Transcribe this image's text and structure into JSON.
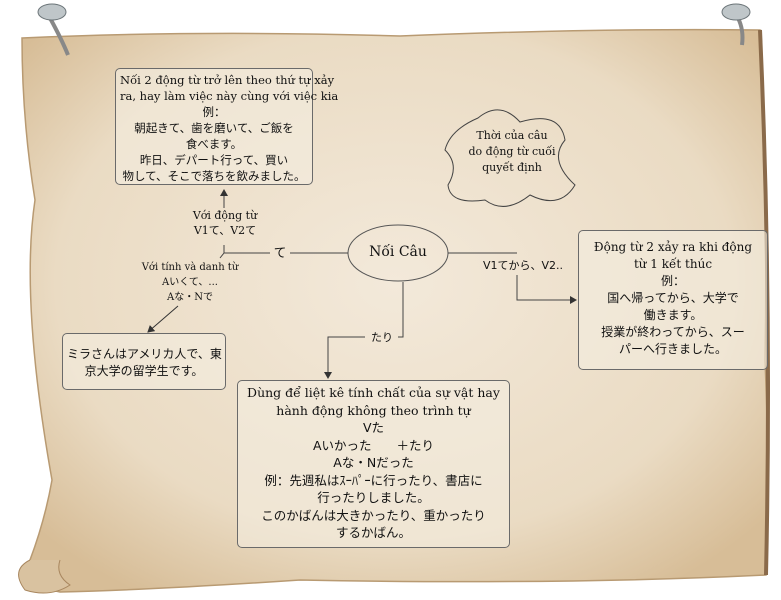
{
  "center_node": "Nối Câu",
  "top_box": {
    "lines": [
      "Nối 2 động từ trở lên theo thứ tự xảy",
      "ra, hay làm việc này cùng với việc kia",
      "例：",
      "朝起きて、歯を磨いて、ご飯を",
      "食べます。",
      "昨日、デパート行って、買い",
      "物して、そこで落ちを飲みました。"
    ]
  },
  "branch_te": {
    "label": "て",
    "verb_label": [
      "Với động từ",
      "V1て、V2て"
    ],
    "adj_label": [
      "Với tính và danh từ",
      "Aいくて、...",
      "Aな・Nで"
    ]
  },
  "left_box": {
    "lines": [
      "ミラさんはアメリカ人で、東",
      "京大学の留学生です。"
    ]
  },
  "cloud": {
    "lines": [
      "Thời của câu",
      "do động từ cuối",
      "quyết định"
    ]
  },
  "branch_tekara": {
    "label": "V1てから、V2.."
  },
  "right_box": {
    "lines": [
      "Động từ 2 xảy ra khi động",
      "từ 1 kết thúc",
      "例：",
      "国へ帰ってから、大学で",
      "働きます。",
      "授業が終わってから、スー",
      "パーへ行きました。"
    ]
  },
  "branch_tari": {
    "label": "たり"
  },
  "bottom_box": {
    "lines": [
      "Dùng để liệt kê tính chất của sự vật hay",
      "hành động không theo trình tự",
      "Vた",
      "Aいかった　　＋たり",
      "Aな・Nだった",
      "例：先週私はｽｰﾊﾟｰに行ったり、書店に",
      "行ったりしました。",
      "このかばんは大きかったり、重かったり",
      "するかばん。"
    ]
  }
}
